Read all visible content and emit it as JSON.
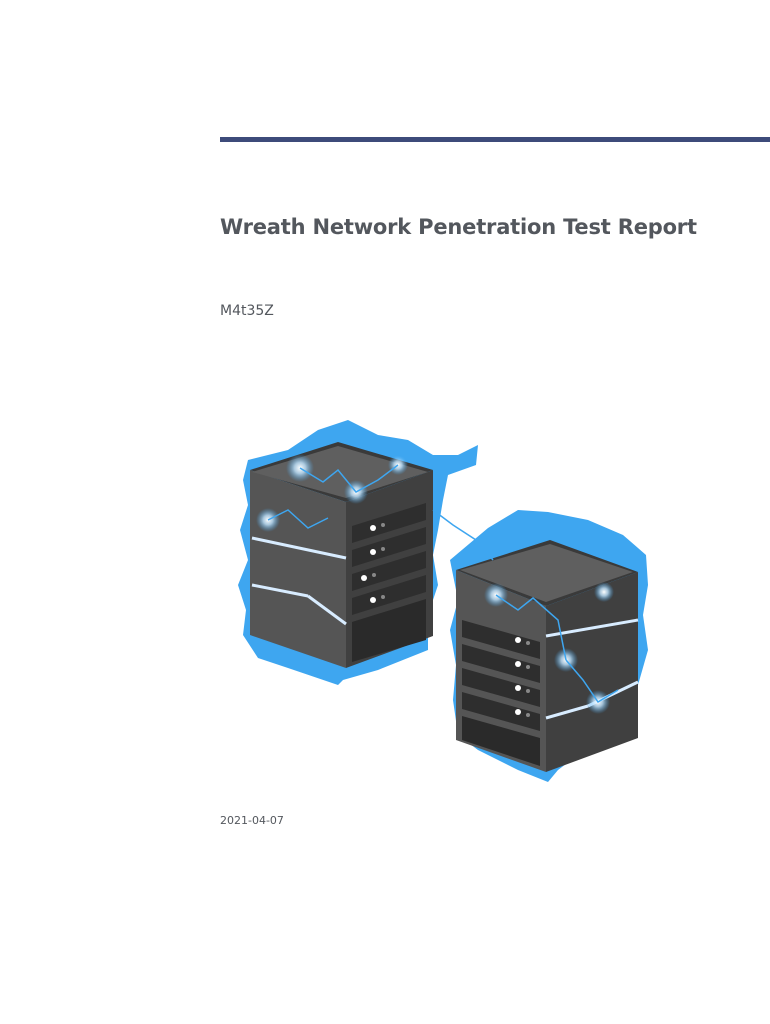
{
  "cover": {
    "title": "Wreath Network Penetration Test Report",
    "author": "M4t35Z",
    "date": "2021-04-07"
  },
  "colors": {
    "rule": "#3d4b7a",
    "text": "#53575d",
    "server_body": "#4a4a4a",
    "server_top": "#5a5a5a",
    "lightning": "#3ea6f0"
  },
  "illustration": {
    "subject": "two-server-racks-with-lightning",
    "icon": "server-rack-icon"
  }
}
